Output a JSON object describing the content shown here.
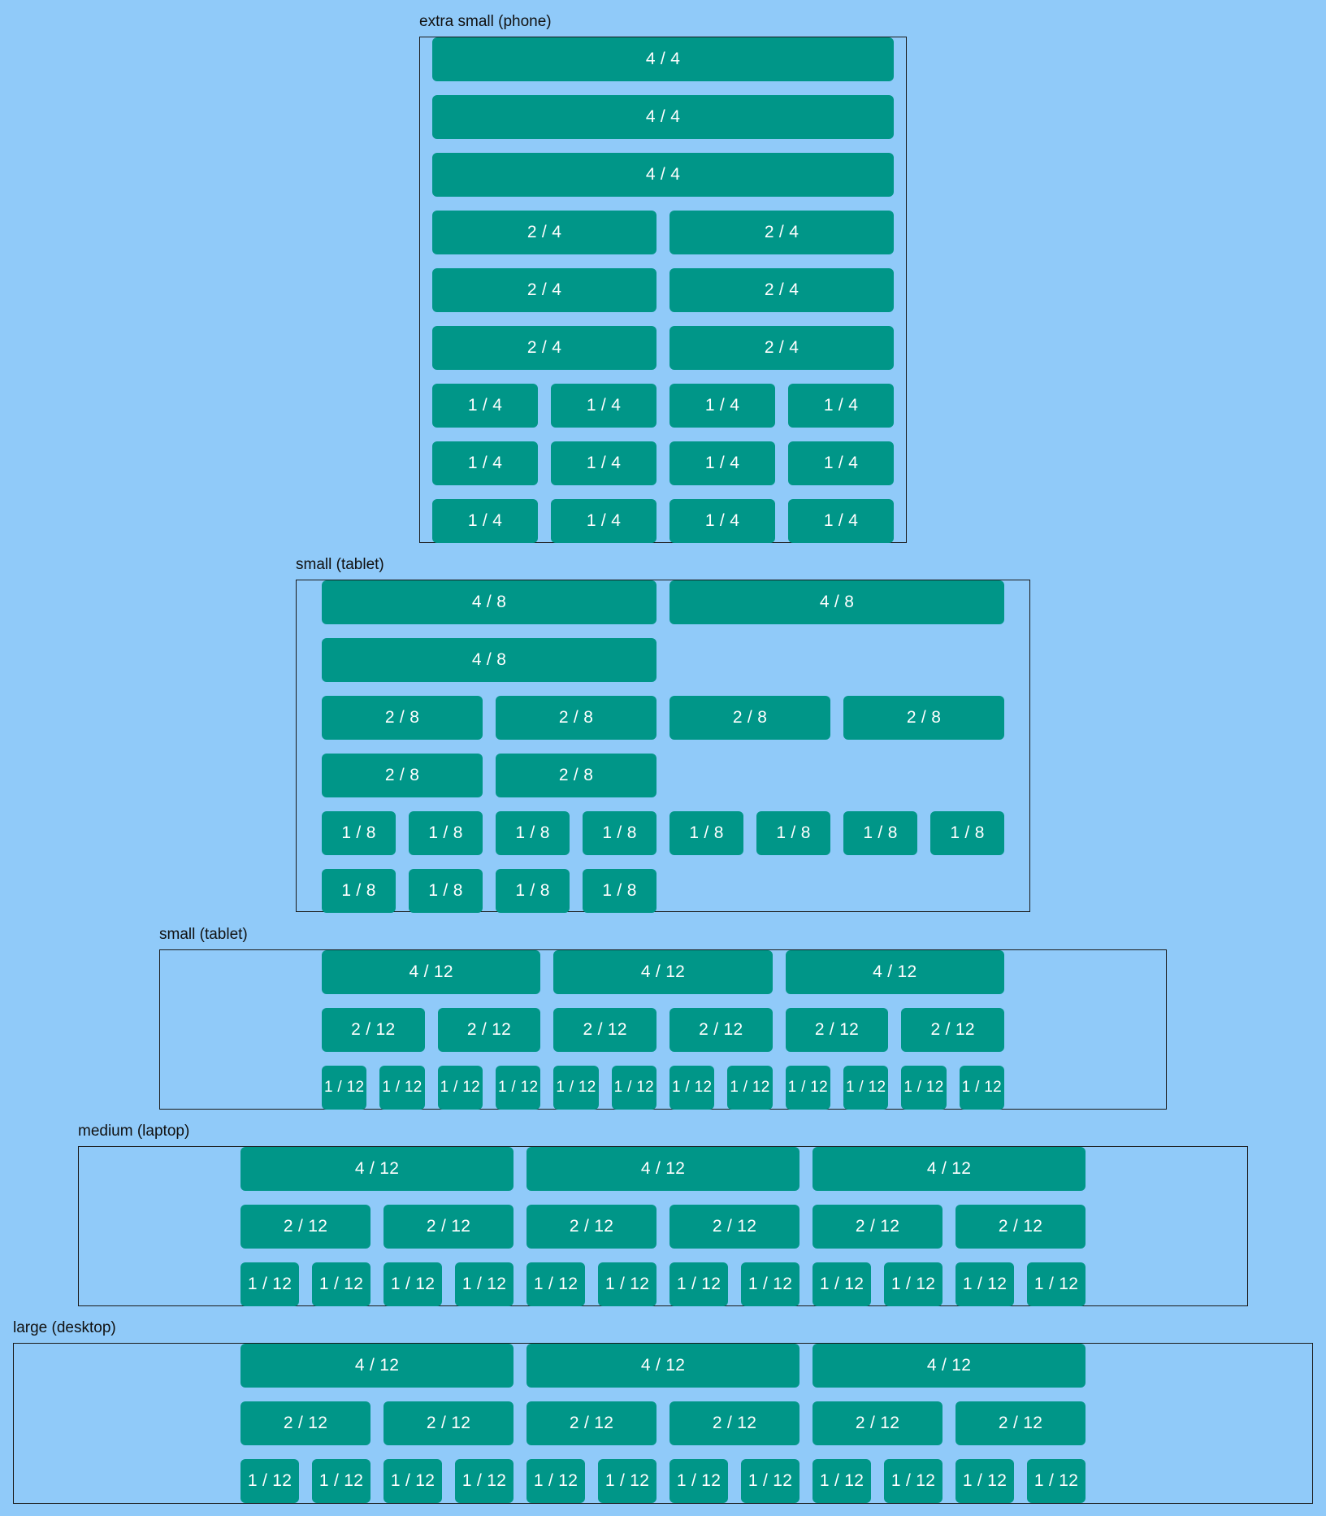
{
  "sections": [
    {
      "label": "extra small (phone)",
      "rows": [
        [
          "4 / 4"
        ],
        [
          "4 / 4"
        ],
        [
          "4 / 4"
        ],
        [
          "2 / 4",
          "2 / 4"
        ],
        [
          "2 / 4",
          "2 / 4"
        ],
        [
          "2 / 4",
          "2 / 4"
        ],
        [
          "1 / 4",
          "1 / 4",
          "1 / 4",
          "1 / 4"
        ],
        [
          "1 / 4",
          "1 / 4",
          "1 / 4",
          "1 / 4"
        ],
        [
          "1 / 4",
          "1 / 4",
          "1 / 4",
          "1 / 4"
        ]
      ]
    },
    {
      "label": "small (tablet)",
      "rows": [
        [
          "4 / 8",
          "4 / 8"
        ],
        [
          "4 / 8"
        ],
        [
          "2 / 8",
          "2 / 8",
          "2 / 8",
          "2 / 8"
        ],
        [
          "2 / 8",
          "2 / 8"
        ],
        [
          "1 / 8",
          "1 / 8",
          "1 / 8",
          "1 / 8",
          "1 / 8",
          "1 / 8",
          "1 / 8",
          "1 / 8"
        ],
        [
          "1 / 8",
          "1 / 8",
          "1 / 8",
          "1 / 8"
        ]
      ]
    },
    {
      "label": "small (tablet)",
      "rows": [
        [
          "4 / 12",
          "4 / 12",
          "4 / 12"
        ],
        [
          "2 / 12",
          "2 / 12",
          "2 / 12",
          "2 / 12",
          "2 / 12",
          "2 / 12"
        ],
        [
          "1 / 12",
          "1 / 12",
          "1 / 12",
          "1 / 12",
          "1 / 12",
          "1 / 12",
          "1 / 12",
          "1 / 12",
          "1 / 12",
          "1 / 12",
          "1 / 12",
          "1 / 12"
        ]
      ]
    },
    {
      "label": "medium (laptop)",
      "rows": [
        [
          "4 / 12",
          "4 / 12",
          "4 / 12"
        ],
        [
          "2 / 12",
          "2 / 12",
          "2 / 12",
          "2 / 12",
          "2 / 12",
          "2 / 12"
        ],
        [
          "1 / 12",
          "1 / 12",
          "1 / 12",
          "1 / 12",
          "1 / 12",
          "1 / 12",
          "1 / 12",
          "1 / 12",
          "1 / 12",
          "1 / 12",
          "1 / 12",
          "1 / 12"
        ]
      ]
    },
    {
      "label": "large (desktop)",
      "rows": [
        [
          "4 / 12",
          "4 / 12",
          "4 / 12"
        ],
        [
          "2 / 12",
          "2 / 12",
          "2 / 12",
          "2 / 12",
          "2 / 12",
          "2 / 12"
        ],
        [
          "1 / 12",
          "1 / 12",
          "1 / 12",
          "1 / 12",
          "1 / 12",
          "1 / 12",
          "1 / 12",
          "1 / 12",
          "1 / 12",
          "1 / 12",
          "1 / 12",
          "1 / 12"
        ]
      ]
    }
  ],
  "colors": {
    "background": "#90caf9",
    "cell": "#009688",
    "cell_text": "#ffffff",
    "border": "#1a1a1a"
  }
}
